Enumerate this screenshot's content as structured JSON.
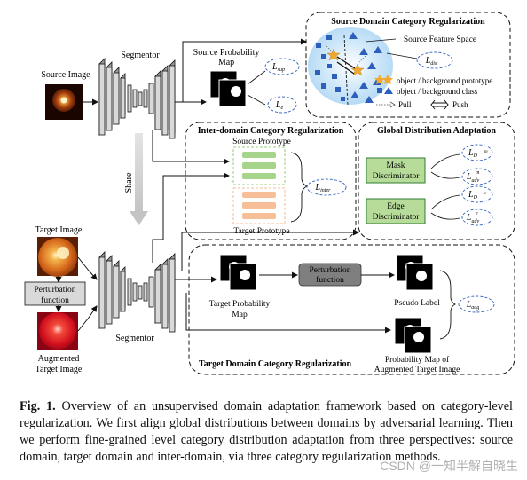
{
  "labels": {
    "source_image": "Source Image",
    "segmentor_top": "Segmentor",
    "segmentor_bottom": "Segmentor",
    "share": "Share",
    "target_image": "Target Image",
    "perturbation_1": "Perturbation",
    "perturbation_2": "function",
    "augmented_1": "Augmented",
    "augmented_2": "Target Image",
    "src_prob_1": "Source Probability",
    "src_prob_2": "Map",
    "sdcr_title": "Source Domain Category Regularization",
    "source_feature_space": "Source Feature Space",
    "legend_prototype": "object / background prototype",
    "legend_class": "object / background  class",
    "legend_pull": "Pull",
    "legend_push": "Push",
    "idcr_title": "Inter-domain Category Regularization",
    "source_prototype": "Source Prototype",
    "target_prototype": "Target Prototype",
    "gda_title": "Global Distribution Adaptation",
    "mask_disc_1": "Mask",
    "mask_disc_2": "Discriminator",
    "edge_disc_1": "Edge",
    "edge_disc_2": "Discriminator",
    "perturb_fn_1": "Perturbation",
    "perturb_fn_2": "function",
    "tgt_prob_1": "Target Probability",
    "tgt_prob_2": "Map",
    "pseudo_label": "Pseudo Label",
    "tdcr_title": "Target Domain Category Regularization",
    "prob_aug_1": "Probability Map of",
    "prob_aug_2": "Augmented  Target Image"
  },
  "losses": {
    "sup": {
      "main": "L",
      "sub": "sup",
      "sup": ""
    },
    "e": {
      "main": "L",
      "sub": "e",
      "sup": ""
    },
    "dis": {
      "main": "L",
      "sub": "dis",
      "sup": ""
    },
    "inter": {
      "main": "L",
      "sub": "inter",
      "sup": ""
    },
    "d_m": {
      "main": "L",
      "sub": "D",
      "sup": "m"
    },
    "adv_m": {
      "main": "L",
      "sub": "adv",
      "sup": "m"
    },
    "d_e": {
      "main": "L",
      "sub": "D",
      "sup": "e"
    },
    "adv_e": {
      "main": "L",
      "sub": "adv",
      "sup": "e"
    },
    "aug": {
      "main": "L",
      "sub": "aug",
      "sup": ""
    }
  },
  "caption": {
    "label": "Fig. 1.",
    "text": " Overview of an unsupervised domain adaptation framework based on category-level regularization. We first align global distributions between domains by adversarial learning. Then we perform fine-grained level category distribution adaptation from three perspectives: source domain, target domain and inter-domain, via three category regularization methods."
  },
  "watermark": "CSDN @一知半解自晓生",
  "colors": {
    "green_box": "#b7dc9a",
    "green_box_border": "#2e7d32",
    "prototype_green": "#a5d48a",
    "prototype_orange": "#f6bf98",
    "feature_space_glow": "#c9e4f7",
    "blue_marker": "#2f5fbd",
    "orange_marker": "#f0a92e",
    "perturb_box": "#7f7f7f"
  }
}
